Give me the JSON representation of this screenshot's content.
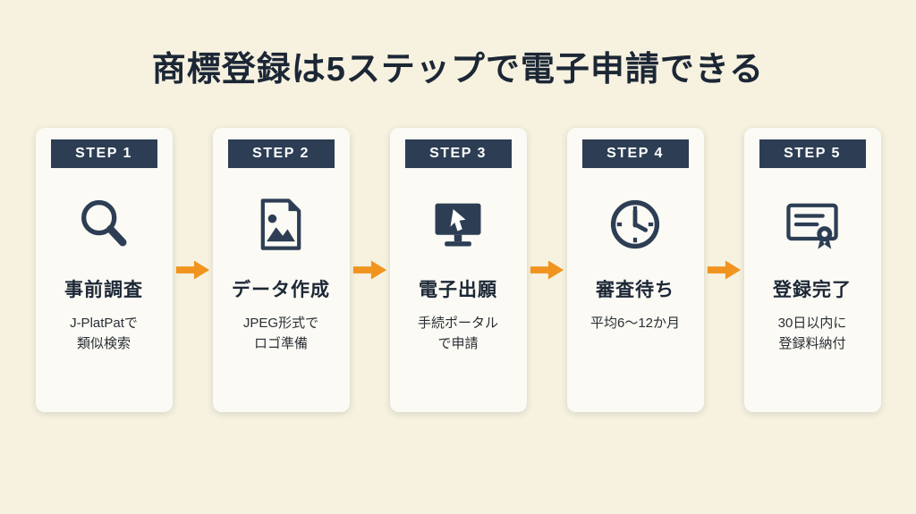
{
  "title": "商標登録は5ステップで電子申請できる",
  "steps": [
    {
      "badge": "STEP 1",
      "icon": "magnifier-icon",
      "title": "事前調査",
      "desc": "J-PlatPatで\n類似検索"
    },
    {
      "badge": "STEP 2",
      "icon": "image-file-icon",
      "title": "データ作成",
      "desc": "JPEG形式で\nロゴ準備"
    },
    {
      "badge": "STEP 3",
      "icon": "monitor-cursor-icon",
      "title": "電子出願",
      "desc": "手続ポータル\nで申請"
    },
    {
      "badge": "STEP 4",
      "icon": "clock-icon",
      "title": "審査待ち",
      "desc": "平均6〜12か月"
    },
    {
      "badge": "STEP 5",
      "icon": "certificate-icon",
      "title": "登録完了",
      "desc": "30日以内に\n登録料納付"
    }
  ],
  "colors": {
    "background": "#f6f2df",
    "card": "#fbfaf4",
    "badge": "#2d3e54",
    "icon": "#2d3e54",
    "accent": "#f0941f",
    "text": "#1c2736"
  }
}
